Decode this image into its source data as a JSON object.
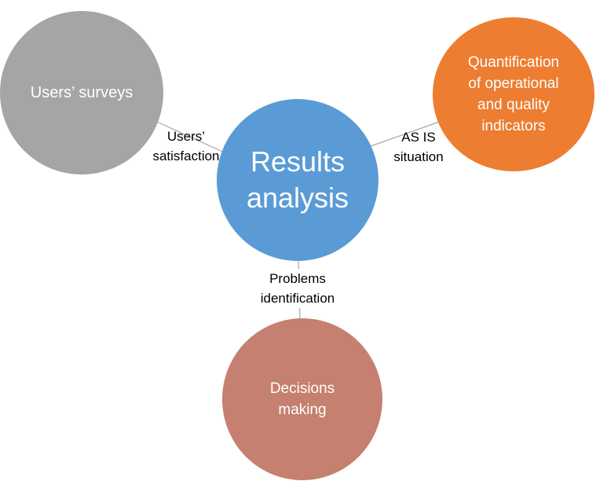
{
  "nodes": {
    "center": {
      "label": "Results\nanalysis",
      "color": "#5b9bd5"
    },
    "surveys": {
      "label": "Users’ surveys",
      "color": "#a5a5a5"
    },
    "quantification": {
      "label": "Quantification\nof operational\nand quality\nindicators",
      "color": "#ed7d31"
    },
    "decisions": {
      "label": "Decisions\nmaking",
      "color": "#c5806f"
    }
  },
  "edges": {
    "surveys_to_center": {
      "label": "Users’\nsatisfaction"
    },
    "center_to_quantification": {
      "label": "AS IS\nsituation"
    },
    "center_to_decisions": {
      "label": "Problems\nidentification"
    }
  },
  "edge_color": "#a6a6a6"
}
